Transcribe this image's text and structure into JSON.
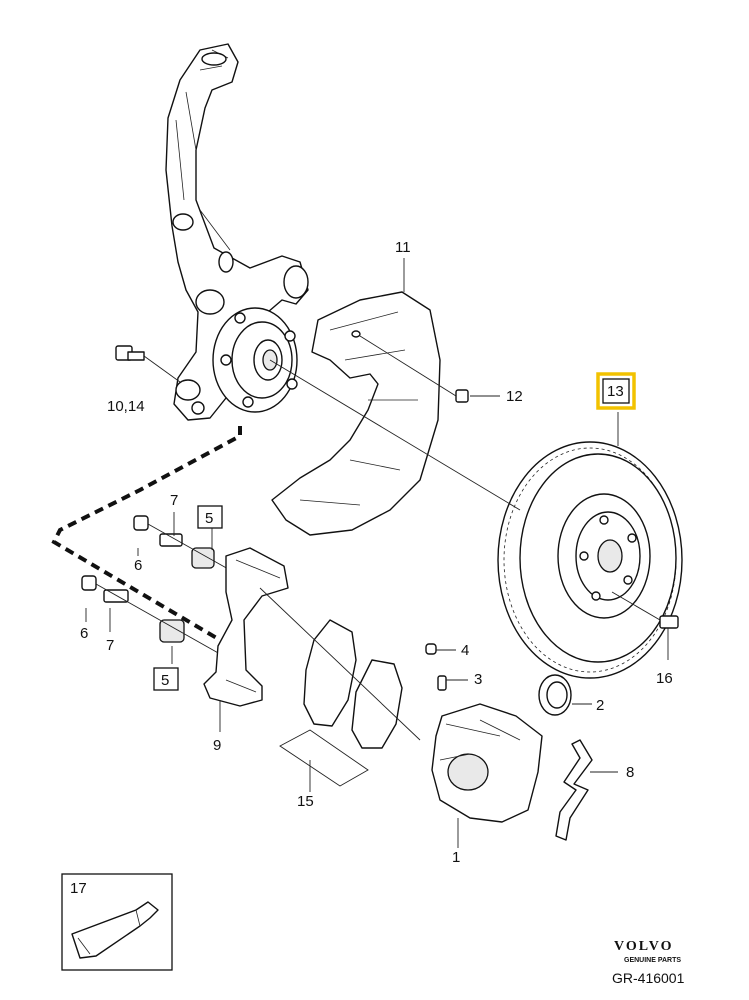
{
  "callouts": [
    {
      "id": "1",
      "label": "1"
    },
    {
      "id": "2",
      "label": "2"
    },
    {
      "id": "3",
      "label": "3"
    },
    {
      "id": "4",
      "label": "4"
    },
    {
      "id": "5a",
      "label": "5",
      "boxed": true
    },
    {
      "id": "5b",
      "label": "5",
      "boxed": true
    },
    {
      "id": "6a",
      "label": "6"
    },
    {
      "id": "6b",
      "label": "6"
    },
    {
      "id": "7a",
      "label": "7"
    },
    {
      "id": "7b",
      "label": "7"
    },
    {
      "id": "8",
      "label": "8"
    },
    {
      "id": "9",
      "label": "9"
    },
    {
      "id": "10-14",
      "label": "10,14"
    },
    {
      "id": "11",
      "label": "11"
    },
    {
      "id": "12",
      "label": "12"
    },
    {
      "id": "13",
      "label": "13",
      "boxed": true,
      "highlighted": true,
      "highlight_color": "#f2c200"
    },
    {
      "id": "15",
      "label": "15"
    },
    {
      "id": "16",
      "label": "16"
    },
    {
      "id": "17",
      "label": "17",
      "boxed": true
    }
  ],
  "brand": {
    "name": "VOLVO",
    "tagline": "GENUINE PARTS"
  },
  "reference": "GR-416001"
}
